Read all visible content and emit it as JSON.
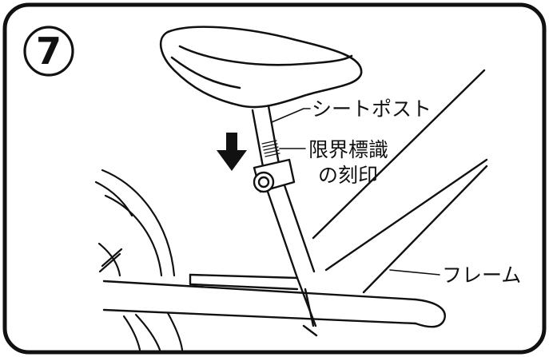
{
  "step": {
    "number": "7"
  },
  "labels": {
    "seatpost": "シートポスト",
    "limit_mark_line1": "限界標識",
    "limit_mark_line2": "の刻印",
    "frame": "フレーム"
  }
}
